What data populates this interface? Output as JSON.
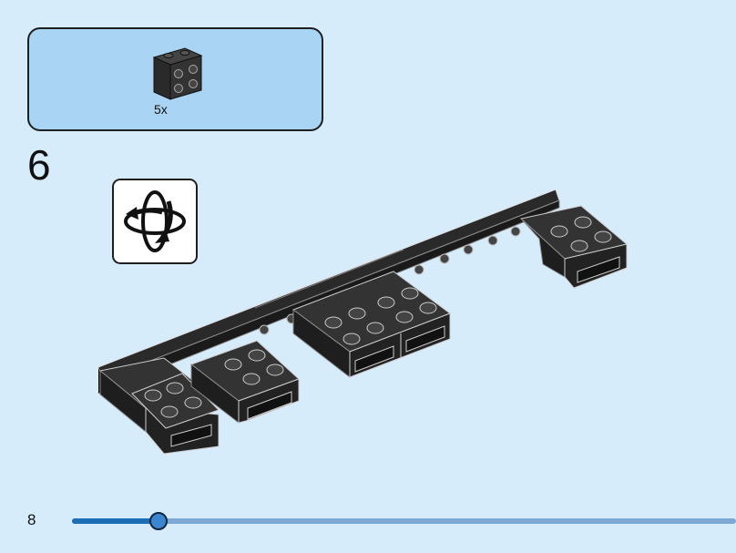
{
  "parts_callout": {
    "part_name_icon": "black-brick-1x2-with-studs-on-side-icon",
    "quantity": "5x"
  },
  "step": {
    "number": "6"
  },
  "rotate_icon": "rotate-model-icon",
  "footer": {
    "page_number": "8",
    "progress": 0.13
  },
  "colors": {
    "background": "#d6ecfb",
    "callout": "#a9d4f4",
    "brick": "#2b2b2b",
    "progress_track": "#7ea9d4",
    "progress_fill": "#1d6fb5"
  }
}
